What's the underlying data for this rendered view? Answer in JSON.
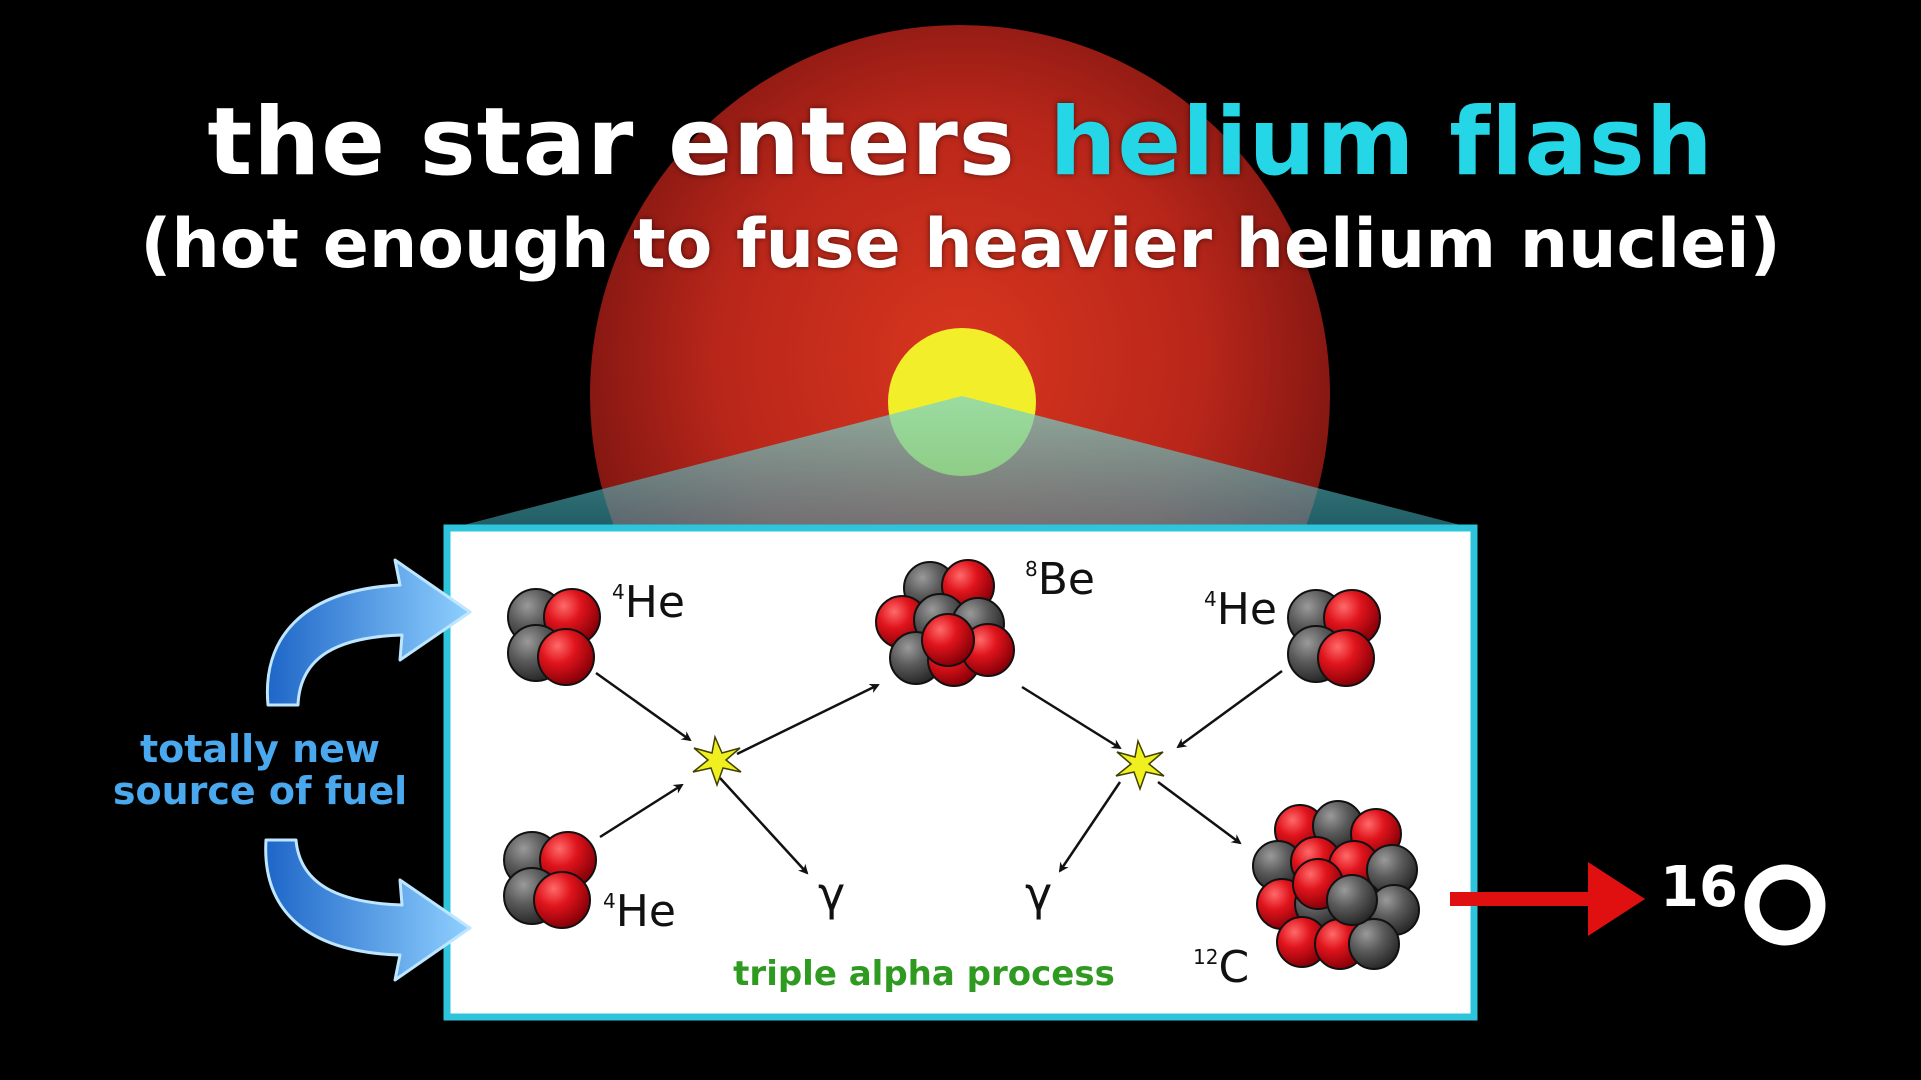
{
  "title": {
    "prefix": "the star enters ",
    "highlight": "helium flash"
  },
  "subtitle": "(hot enough to fuse heavier helium nuclei)",
  "fuel_label": {
    "line1": "totally new",
    "line2": "source of fuel"
  },
  "diagram": {
    "caption": "triple alpha process",
    "helium_mass": "4",
    "helium_symbol": "He",
    "beryllium_mass": "8",
    "beryllium_symbol": "Be",
    "carbon_mass": "12",
    "carbon_symbol": "C",
    "gamma": "γ"
  },
  "product": {
    "mass": "16",
    "symbol": "O"
  },
  "colors": {
    "background": "#000000",
    "highlight": "#24d6e6",
    "star": "#c8281a",
    "core": "#f2ee2a",
    "panel_border": "#2ec4dc",
    "proton": "#d8121c",
    "neutron": "#555555",
    "fuel_arrow": "#4aa8ee",
    "caption": "#2e9a20",
    "product_arrow": "#e01010"
  },
  "icons": {
    "fuel_arrows": "curved-arrow-icon",
    "product_arrow": "right-arrow-icon",
    "flash": "starburst-icon"
  }
}
